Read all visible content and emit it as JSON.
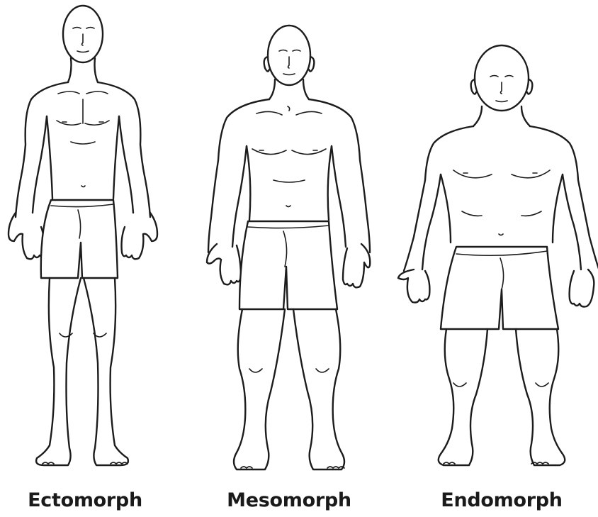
{
  "figures": [
    {
      "label": "Ectomorph"
    },
    {
      "label": "Mesomorph"
    },
    {
      "label": "Endomorph"
    }
  ],
  "colors": {
    "ink": "#1c1c1c",
    "background": "#ffffff",
    "label": "#1a1a1a"
  }
}
